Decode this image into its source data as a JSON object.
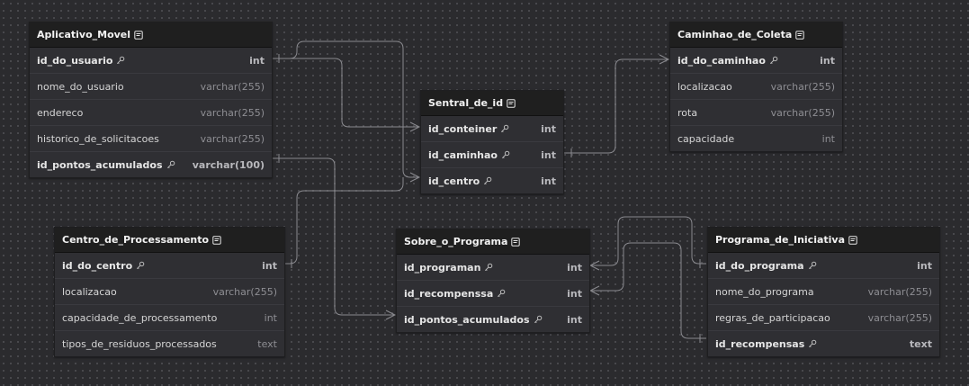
{
  "tables": {
    "aplicativo": {
      "name": "Aplicativo_Movel",
      "columns": [
        {
          "name": "id_do_usuario",
          "type": "int",
          "key": true
        },
        {
          "name": "nome_do_usuario",
          "type": "varchar(255)",
          "key": false
        },
        {
          "name": "endereco",
          "type": "varchar(255)",
          "key": false
        },
        {
          "name": "historico_de_solicitacoes",
          "type": "varchar(255)",
          "key": false
        },
        {
          "name": "id_pontos_acumulados",
          "type": "varchar(100)",
          "key": true
        }
      ]
    },
    "caminhao": {
      "name": "Caminhao_de_Coleta",
      "columns": [
        {
          "name": "id_do_caminhao",
          "type": "int",
          "key": true
        },
        {
          "name": "localizacao",
          "type": "varchar(255)",
          "key": false
        },
        {
          "name": "rota",
          "type": "varchar(255)",
          "key": false
        },
        {
          "name": "capacidade",
          "type": "int",
          "key": false
        }
      ]
    },
    "sentral": {
      "name": "Sentral_de_id",
      "columns": [
        {
          "name": "id_conteiner",
          "type": "int",
          "key": true
        },
        {
          "name": "id_caminhao",
          "type": "int",
          "key": true
        },
        {
          "name": "id_centro",
          "type": "int",
          "key": true
        }
      ]
    },
    "centro": {
      "name": "Centro_de_Processamento",
      "columns": [
        {
          "name": "id_do_centro",
          "type": "int",
          "key": true
        },
        {
          "name": "localizacao",
          "type": "varchar(255)",
          "key": false
        },
        {
          "name": "capacidade_de_processamento",
          "type": "int",
          "key": false
        },
        {
          "name": "tipos_de_residuos_processados",
          "type": "text",
          "key": false
        }
      ]
    },
    "sobre": {
      "name": "Sobre_o_Programa",
      "columns": [
        {
          "name": "id_programan",
          "type": "int",
          "key": true
        },
        {
          "name": "id_recompenssa",
          "type": "int",
          "key": true
        },
        {
          "name": "id_pontos_acumulados",
          "type": "int",
          "key": true
        }
      ]
    },
    "programa": {
      "name": "Programa_de_Iniciativa",
      "columns": [
        {
          "name": "id_do_programa",
          "type": "int",
          "key": true
        },
        {
          "name": "nome_do_programa",
          "type": "varchar(255)",
          "key": false
        },
        {
          "name": "regras_de_participacao",
          "type": "varchar(255)",
          "key": false
        },
        {
          "name": "id_recompensas",
          "type": "text",
          "key": true
        }
      ]
    }
  },
  "colors": {
    "background": "#2b2b2e",
    "header": "#1f1f1f",
    "connector": "#8a8a8f"
  },
  "icons": {
    "note": "note-icon",
    "key": "key-icon"
  }
}
